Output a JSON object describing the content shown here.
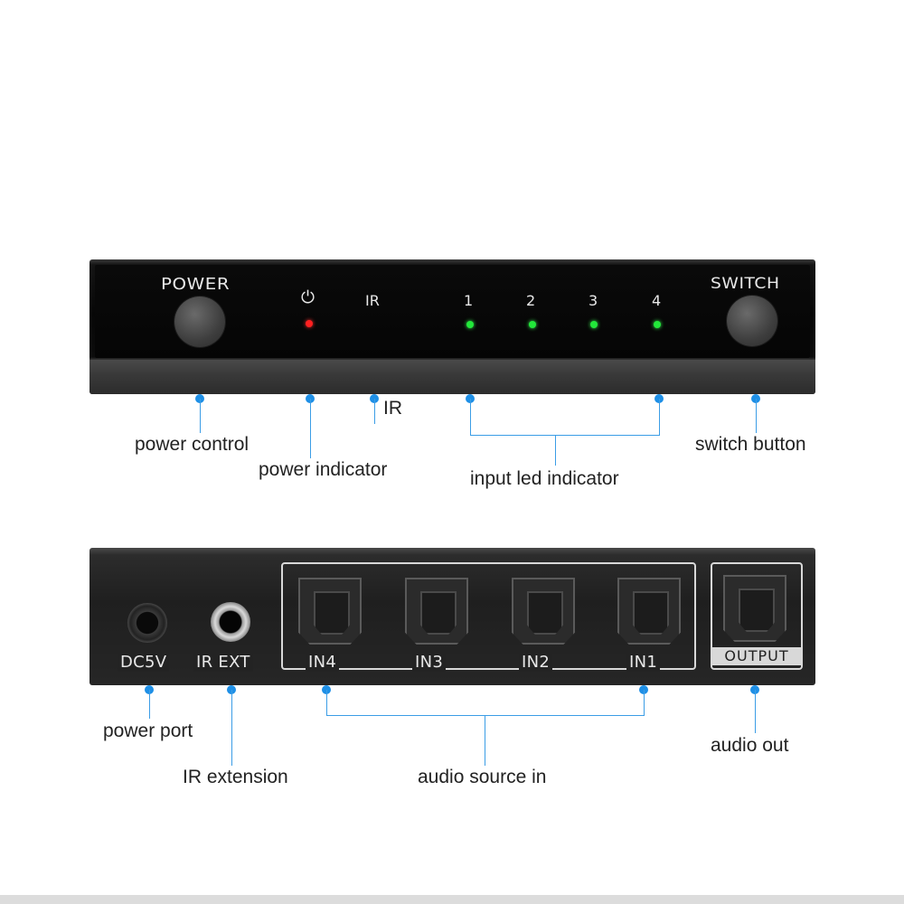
{
  "front_panel": {
    "power_label": "POWER",
    "ir_label": "IR",
    "power_symbol": "⏻",
    "input_numbers": [
      "1",
      "2",
      "3",
      "4"
    ],
    "switch_label": "SWITCH"
  },
  "back_panel": {
    "dc_label": "DC5V",
    "ir_ext_label": "IR EXT",
    "inputs": [
      "IN4",
      "IN3",
      "IN2",
      "IN1"
    ],
    "output_label": "OUTPUT"
  },
  "front_callouts": {
    "power_control": "power control",
    "power_indicator": "power indicator",
    "ir": "IR",
    "input_led_indicator": "input led indicator",
    "switch_button": "switch button"
  },
  "back_callouts": {
    "power_port": "power port",
    "ir_extension": "IR extension",
    "audio_source_in": "audio source in",
    "audio_out": "audio out"
  },
  "colors": {
    "callout_blue": "#1e8fe6",
    "led_red": "#ff2020",
    "led_green": "#22e83a"
  }
}
